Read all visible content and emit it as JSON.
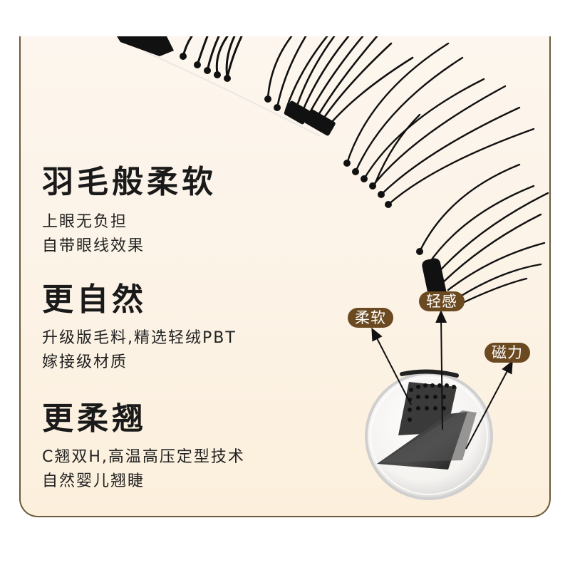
{
  "sections": [
    {
      "heading": "羽毛般柔软",
      "lines": [
        "上眼无负担",
        "自带眼线效果"
      ]
    },
    {
      "heading": "更自然",
      "lines": [
        "升级版毛料,精选轻绒PBT",
        "嫁接级材质"
      ]
    },
    {
      "heading": "更柔翘",
      "lines": [
        "C翘双H,高温高压定型技术",
        "自然婴儿翘睫"
      ]
    }
  ],
  "callouts": [
    {
      "label": "柔软",
      "icon": "arrow-icon"
    },
    {
      "label": "轻感",
      "icon": "arrow-icon"
    },
    {
      "label": "磁力",
      "icon": "arrow-icon"
    }
  ],
  "colors": {
    "card_border": "#6b5a3a",
    "card_fill": "#fdf6ee",
    "badge_bg": "#6b4a22",
    "badge_text": "#ffffff",
    "heading_text": "#1a1a1a"
  },
  "images": {
    "lash_strip": "magnetic-false-eyelash-icon",
    "magnifier": "magnified-lash-band-icon"
  }
}
